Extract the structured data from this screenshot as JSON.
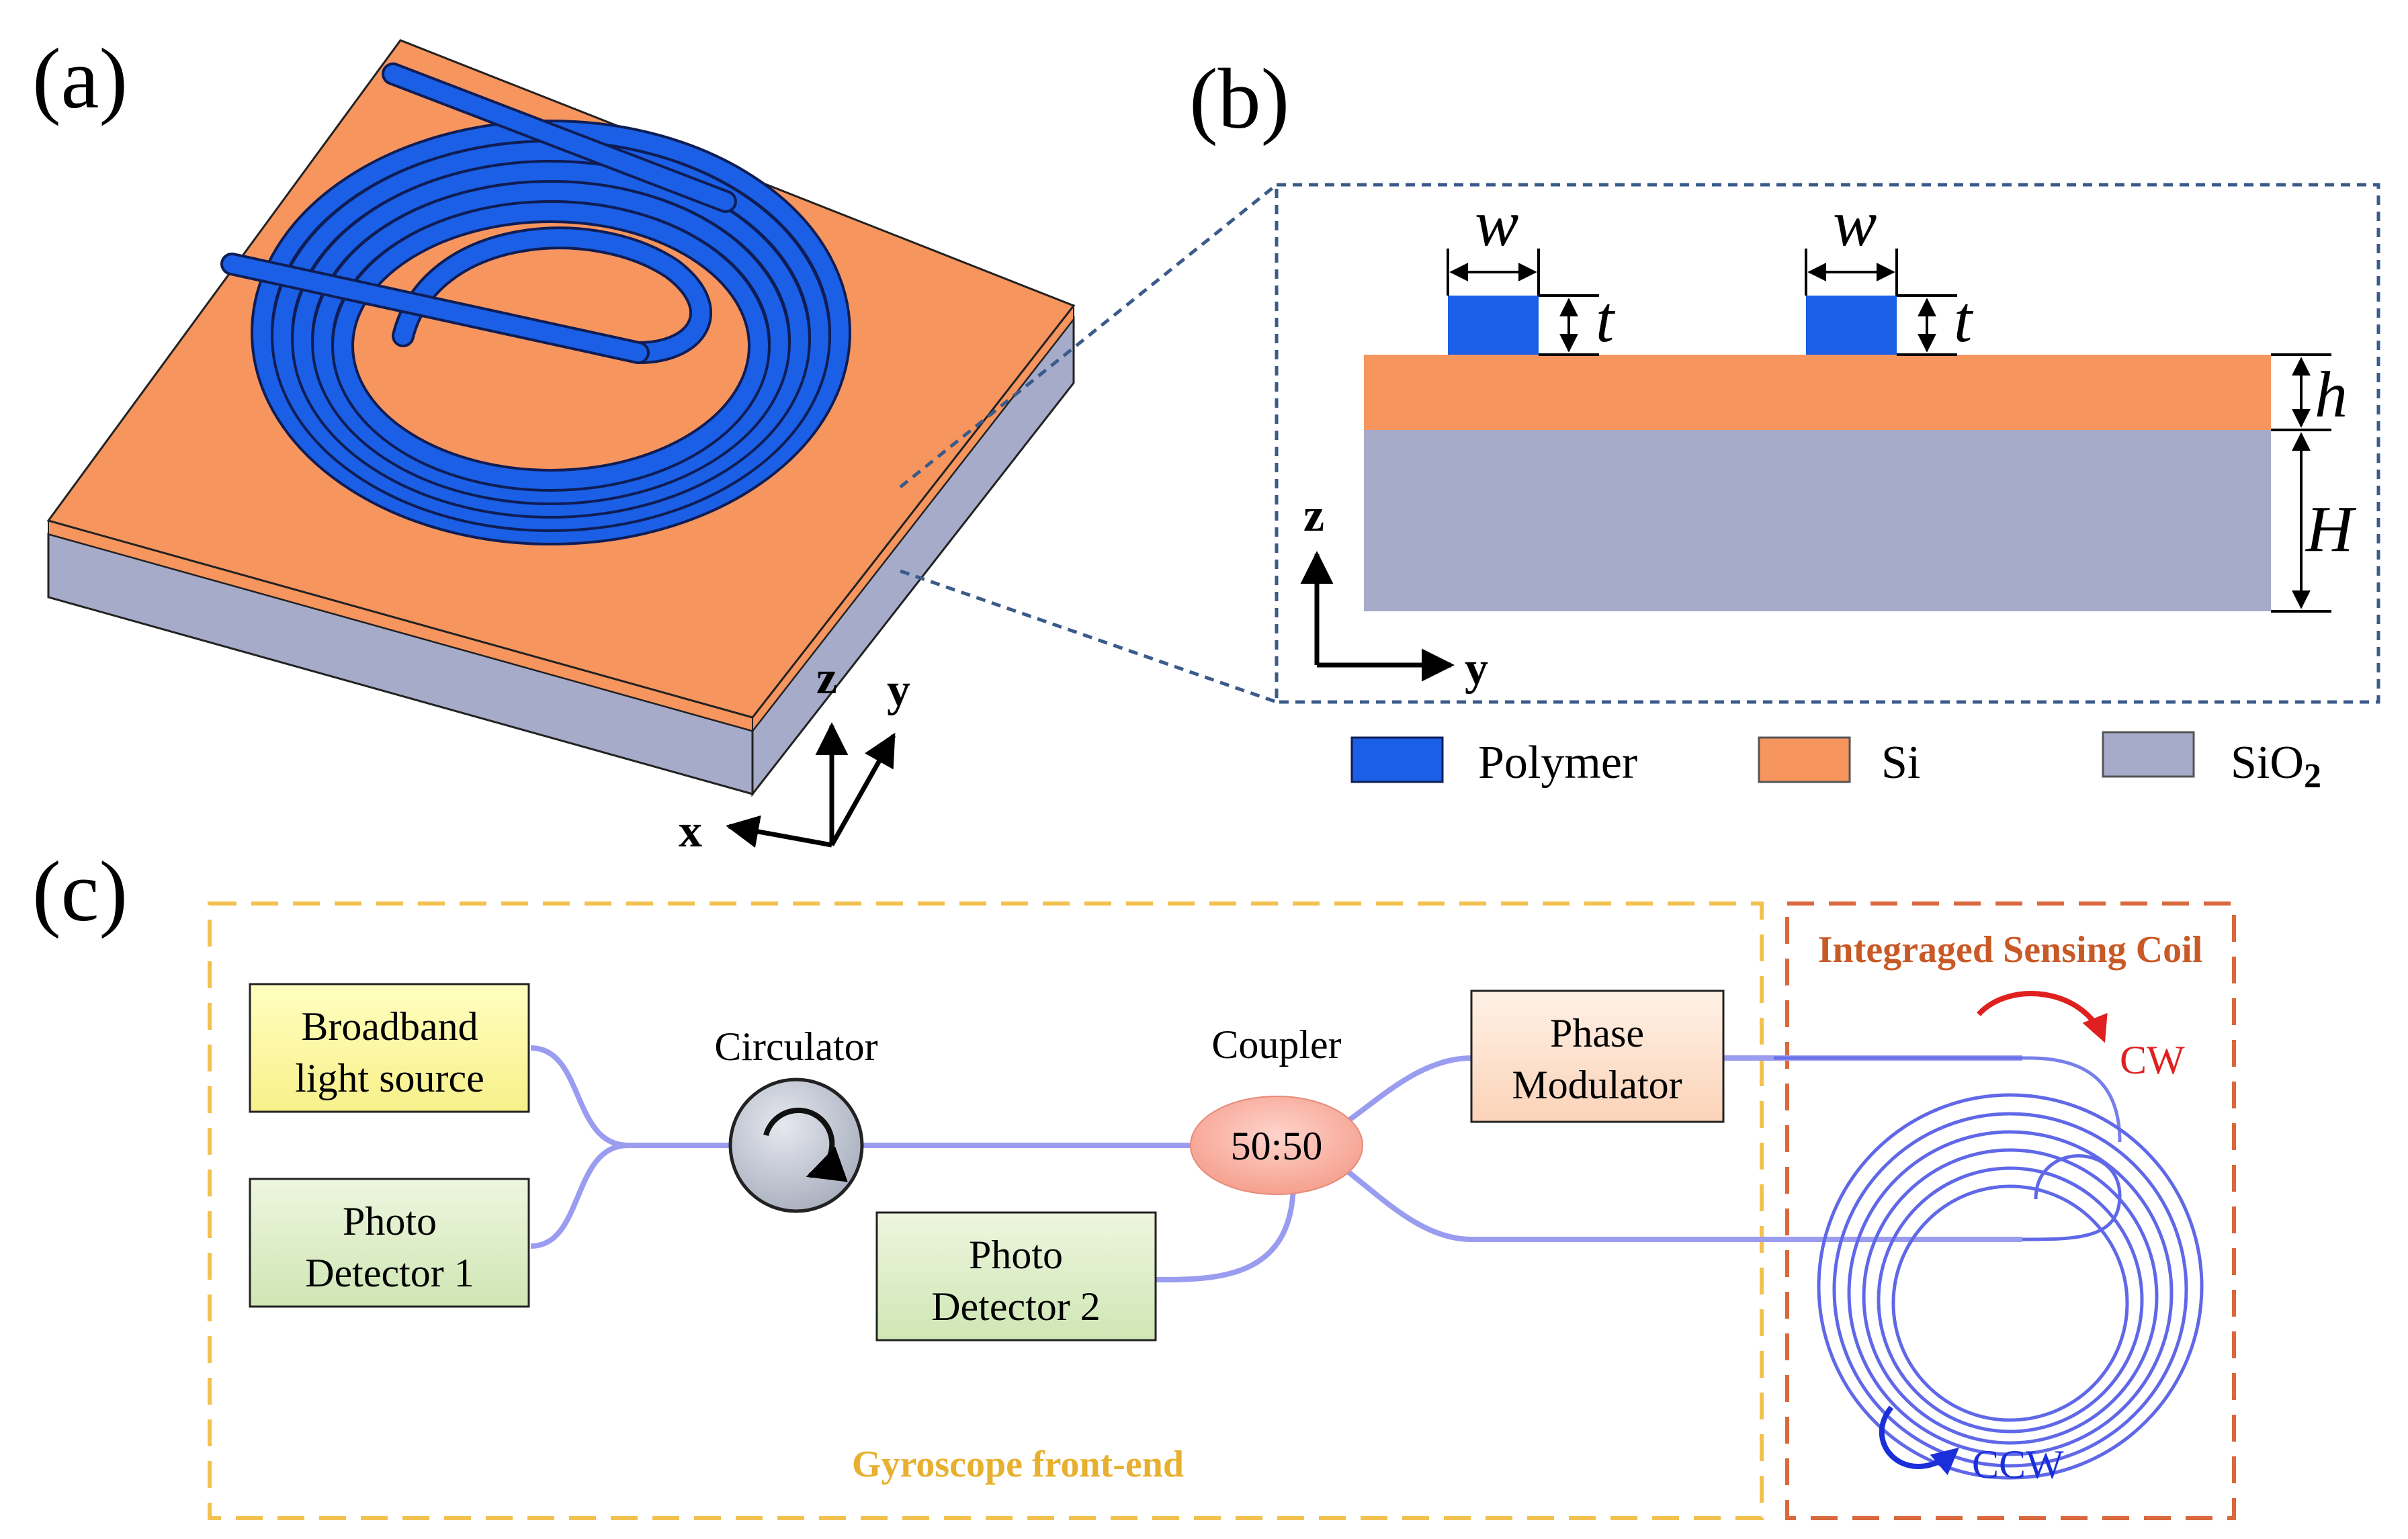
{
  "panels": {
    "a": {
      "label": "(a)"
    },
    "b": {
      "label": "(b)"
    },
    "c": {
      "label": "(c)"
    }
  },
  "axes3d": {
    "x": "x",
    "y": "y",
    "z": "z"
  },
  "cross_section": {
    "width_label": "w",
    "thickness_label": "t",
    "si_height_label": "h",
    "sio2_height_label": "H",
    "axis_z": "z",
    "axis_y": "y"
  },
  "legend": {
    "polymer": {
      "label": "Polymer",
      "color": "#1a5fe6"
    },
    "si": {
      "label": "Si",
      "color": "#f7955f"
    },
    "sio2": {
      "label": "SiO",
      "subscript": "2",
      "color": "#a6abc9"
    }
  },
  "system": {
    "front_end_title": "Gyroscope front-end",
    "coil_title": "Integraged Sensing Coil",
    "light_source": {
      "line1": "Broadband",
      "line2": "light source"
    },
    "detector1": {
      "line1": "Photo",
      "line2": "Detector 1"
    },
    "detector2": {
      "line1": "Photo",
      "line2": "Detector 2"
    },
    "modulator": {
      "line1": "Phase",
      "line2": "Modulator"
    },
    "circulator_label": "Circulator",
    "coupler_label": "Coupler",
    "coupler_ratio": "50:50",
    "cw_label": "CW",
    "ccw_label": "CCW"
  },
  "colors": {
    "fiber": "#9a9cf0",
    "front_end_border": "#f2c14e",
    "coil_border": "#d9683c",
    "cw_arrow": "#e02020",
    "ccw_arrow": "#1a2fd9"
  }
}
